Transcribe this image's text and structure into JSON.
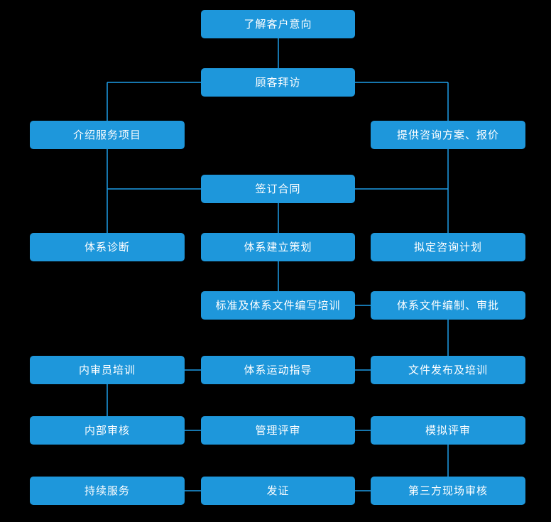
{
  "diagram": {
    "background_color": "#000000",
    "node_fill_color": "#1e97db",
    "node_text_color": "#ffffff",
    "connector_color": "#1d9de8",
    "nodes": [
      {
        "id": "understand-customer-intent",
        "label": "了解客户意向"
      },
      {
        "id": "customer-visit",
        "label": "顾客拜访"
      },
      {
        "id": "introduce-services",
        "label": "介绍服务项目"
      },
      {
        "id": "provide-proposal-quote",
        "label": "提供咨询方案、报价"
      },
      {
        "id": "sign-contract",
        "label": "签订合同"
      },
      {
        "id": "system-diagnosis",
        "label": "体系诊断"
      },
      {
        "id": "system-planning",
        "label": "体系建立策划"
      },
      {
        "id": "draft-consulting-plan",
        "label": "拟定咨询计划"
      },
      {
        "id": "standards-doc-training",
        "label": "标准及体系文件编写培训"
      },
      {
        "id": "doc-compilation-approval",
        "label": "体系文件编制、审批"
      },
      {
        "id": "internal-auditor-training",
        "label": "内审员培训"
      },
      {
        "id": "system-operation-guidance",
        "label": "体系运动指导"
      },
      {
        "id": "doc-release-training",
        "label": "文件发布及培训"
      },
      {
        "id": "internal-audit",
        "label": "内部审核"
      },
      {
        "id": "management-review",
        "label": "管理评审"
      },
      {
        "id": "mock-review",
        "label": "模拟评审"
      },
      {
        "id": "continuous-service",
        "label": "持续服务"
      },
      {
        "id": "certification",
        "label": "发证"
      },
      {
        "id": "third-party-onsite-audit",
        "label": "第三方现场审核"
      }
    ],
    "edges": [
      {
        "from": "understand-customer-intent",
        "to": "customer-visit"
      },
      {
        "from": "customer-visit",
        "to": "introduce-services"
      },
      {
        "from": "customer-visit",
        "to": "provide-proposal-quote"
      },
      {
        "from": "introduce-services",
        "to": "sign-contract"
      },
      {
        "from": "provide-proposal-quote",
        "to": "sign-contract"
      },
      {
        "from": "introduce-services",
        "to": "system-diagnosis"
      },
      {
        "from": "provide-proposal-quote",
        "to": "draft-consulting-plan"
      },
      {
        "from": "sign-contract",
        "to": "system-planning"
      },
      {
        "from": "system-planning",
        "to": "standards-doc-training"
      },
      {
        "from": "standards-doc-training",
        "to": "doc-compilation-approval"
      },
      {
        "from": "doc-compilation-approval",
        "to": "doc-release-training"
      },
      {
        "from": "doc-release-training",
        "to": "system-operation-guidance"
      },
      {
        "from": "system-operation-guidance",
        "to": "internal-auditor-training"
      },
      {
        "from": "internal-auditor-training",
        "to": "internal-audit"
      },
      {
        "from": "internal-audit",
        "to": "management-review"
      },
      {
        "from": "management-review",
        "to": "mock-review"
      },
      {
        "from": "mock-review",
        "to": "third-party-onsite-audit"
      },
      {
        "from": "third-party-onsite-audit",
        "to": "certification"
      },
      {
        "from": "certification",
        "to": "continuous-service"
      }
    ]
  }
}
